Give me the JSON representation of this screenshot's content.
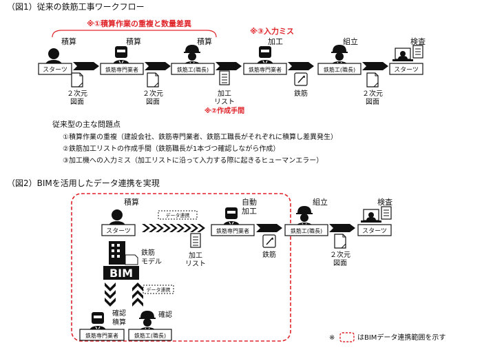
{
  "fig1": {
    "title": "（図1）従来の鉄筋工事ワークフロー",
    "roles": {
      "starts": "スターツ",
      "fab": "鉄筋専門業者",
      "foreman": "鉄筋工(職長)"
    },
    "labels": {
      "estimate": "積算",
      "process": "加工",
      "assemble": "組立",
      "inspect": "検査",
      "drawing_line1": "２次元",
      "drawing_line2": "図面",
      "list_line1": "加工",
      "list_line2": "リスト",
      "rebar": "鉄筋"
    },
    "issues_red": {
      "i1": "※①積算作業の重複と数量差異",
      "i2": "※②作成手間",
      "i3": "※③入力ミス"
    },
    "problems": {
      "heading": "従来型の主な問題点",
      "p1": "①積算作業の重複（建設会社、鉄筋専門業者、鉄筋工職長がそれぞれに積算し差異発生）",
      "p2": "②鉄筋加工リストの作成手間（鉄筋職長が1本づつ確認しながら作成）",
      "p3": "③加工機への入力ミス（加工リストに沿って入力する際に起きるヒューマンエラー）"
    }
  },
  "fig2": {
    "title": "（図2）BIMを活用したデータ連携を実現",
    "labels": {
      "estimate": "積算",
      "auto1": "自動",
      "auto2": "加工",
      "assemble": "組立",
      "inspect": "検査",
      "data_link": "データ連携",
      "rebar_model1": "鉄筋",
      "rebar_model2": "モデル",
      "bim": "BIM",
      "list_line1": "加工",
      "list_line2": "リスト",
      "rebar": "鉄筋",
      "drawing_line1": "２次元",
      "drawing_line2": "図面",
      "confirm": "確認",
      "confirm2": "確認",
      "estimate2": "積算"
    },
    "roles": {
      "starts": "スターツ",
      "fab": "鉄筋専門業者",
      "foreman": "鉄筋工(職長)"
    },
    "legend": {
      "mark": "※",
      "text": "はBIMデータ連携範囲を示す"
    }
  },
  "colors": {
    "accent_red": "#e0242a",
    "ink": "#111111"
  },
  "icons": [
    "person-icon",
    "helmet-worker-icon",
    "welder-worker-icon",
    "document-icon",
    "list-icon",
    "rebar-box-icon",
    "inspector-computer-icon",
    "building-icon",
    "arrow-chevron-icon"
  ]
}
